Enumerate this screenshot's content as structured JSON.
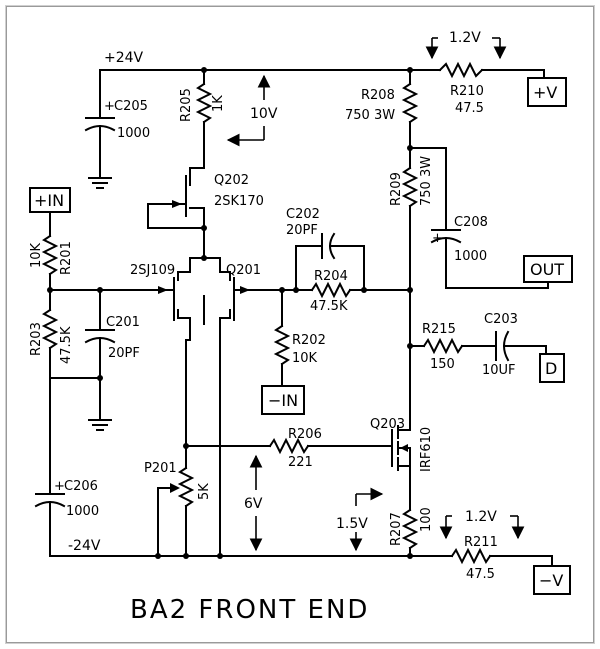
{
  "title": "BA2 FRONT END",
  "colors": {
    "ink": "#000000",
    "frame": "#9a9a9a",
    "paper": "#ffffff"
  },
  "rails": {
    "pos": "+24V",
    "neg": "-24V"
  },
  "terminals": {
    "in_pos": "+IN",
    "in_neg": "−IN",
    "out": "OUT",
    "d": "D",
    "vpos": "+V",
    "vneg": "−V"
  },
  "voltages": {
    "v10": "10V",
    "v1_2_top": "1.2V",
    "v6": "6V",
    "v1_5": "1.5V",
    "v1_2_bot": "1.2V"
  },
  "components": {
    "c205": {
      "ref": "C205",
      "value": "1000"
    },
    "r205": {
      "ref": "R205",
      "value": "1K"
    },
    "q202": {
      "ref": "Q202",
      "part": "2SK170"
    },
    "r201": {
      "ref": "R201",
      "value": "10K"
    },
    "c202": {
      "ref": "C202",
      "value": "20PF"
    },
    "r204": {
      "ref": "R204",
      "value": "47.5K"
    },
    "q201": {
      "ref": "Q201",
      "part": "2SJ109"
    },
    "r203": {
      "ref": "R203",
      "value": "47.5K"
    },
    "c201": {
      "ref": "C201",
      "value": "20PF"
    },
    "r202": {
      "ref": "R202",
      "value": "10K"
    },
    "r208": {
      "ref": "R208",
      "value": "750 3W"
    },
    "r210": {
      "ref": "R210",
      "value": "47.5"
    },
    "r209": {
      "ref": "R209",
      "value": "750 3W"
    },
    "c208": {
      "ref": "C208",
      "value": "1000"
    },
    "r215": {
      "ref": "R215",
      "value": "150"
    },
    "c203": {
      "ref": "C203",
      "value": "10UF"
    },
    "r206": {
      "ref": "R206",
      "value": "221"
    },
    "q203": {
      "ref": "Q203",
      "part": "IRF610"
    },
    "p201": {
      "ref": "P201",
      "value": "5K"
    },
    "c206": {
      "ref": "C206",
      "value": "1000"
    },
    "r207": {
      "ref": "R207",
      "value": "100"
    },
    "r211": {
      "ref": "R211",
      "value": "47.5"
    }
  },
  "polarity": {
    "plus": "+"
  }
}
